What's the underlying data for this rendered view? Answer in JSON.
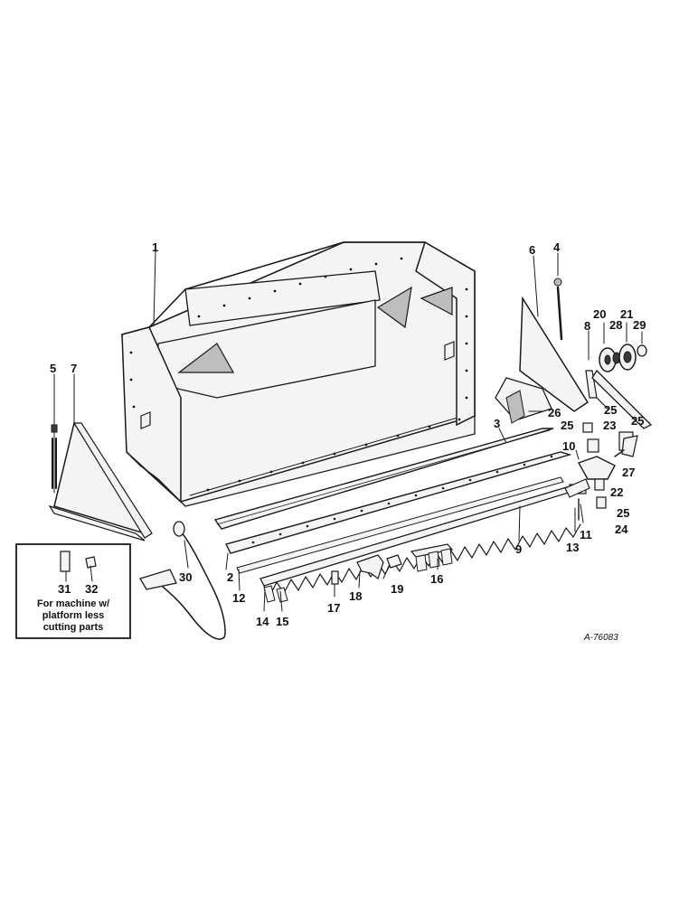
{
  "figure_id": "A-76083",
  "inset_note": {
    "line1": "For machine w/",
    "line2": "platform less",
    "line3": "cutting parts"
  },
  "callouts": {
    "c1": "1",
    "c2": "2",
    "c3": "3",
    "c4": "4",
    "c5": "5",
    "c6": "6",
    "c7": "7",
    "c8": "8",
    "c9": "9",
    "c10": "10",
    "c11": "11",
    "c12": "12",
    "c13": "13",
    "c14": "14",
    "c15": "15",
    "c16": "16",
    "c17": "17",
    "c18": "18",
    "c19": "19",
    "c20": "20",
    "c21": "21",
    "c22": "22",
    "c23": "23",
    "c24": "24",
    "c25a": "25",
    "c25b": "25",
    "c25c": "25",
    "c25d": "25",
    "c26": "26",
    "c27": "27",
    "c28": "28",
    "c29": "29",
    "c30": "30",
    "c31": "31",
    "c32": "32"
  }
}
